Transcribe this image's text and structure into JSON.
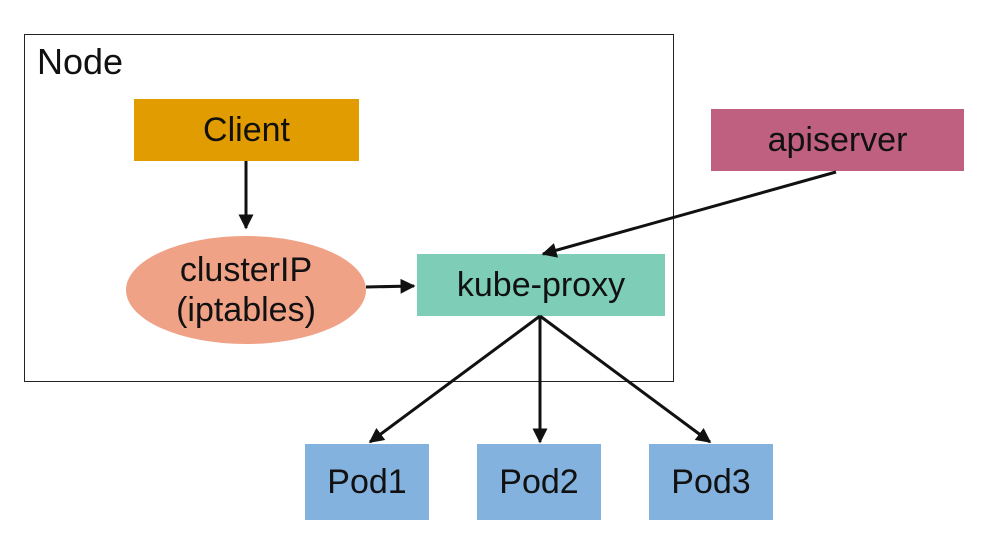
{
  "node": {
    "label": "Node"
  },
  "client": {
    "label": "Client"
  },
  "cluster_ip": {
    "line1": "clusterIP",
    "line2": "(iptables)"
  },
  "kube_proxy": {
    "label": "kube-proxy"
  },
  "apiserver": {
    "label": "apiserver"
  },
  "pods": [
    {
      "label": "Pod1"
    },
    {
      "label": "Pod2"
    },
    {
      "label": "Pod3"
    }
  ],
  "colors": {
    "client": "#e09c00",
    "cluster_ip": "#f0a287",
    "kube_proxy": "#7ecdb6",
    "apiserver": "#c06080",
    "pod": "#84b2df",
    "arrow": "#111111"
  },
  "edges": [
    {
      "from": "client",
      "to": "cluster_ip"
    },
    {
      "from": "cluster_ip",
      "to": "kube_proxy"
    },
    {
      "from": "apiserver",
      "to": "kube_proxy"
    },
    {
      "from": "kube_proxy",
      "to": "pod1"
    },
    {
      "from": "kube_proxy",
      "to": "pod2"
    },
    {
      "from": "kube_proxy",
      "to": "pod3"
    }
  ]
}
